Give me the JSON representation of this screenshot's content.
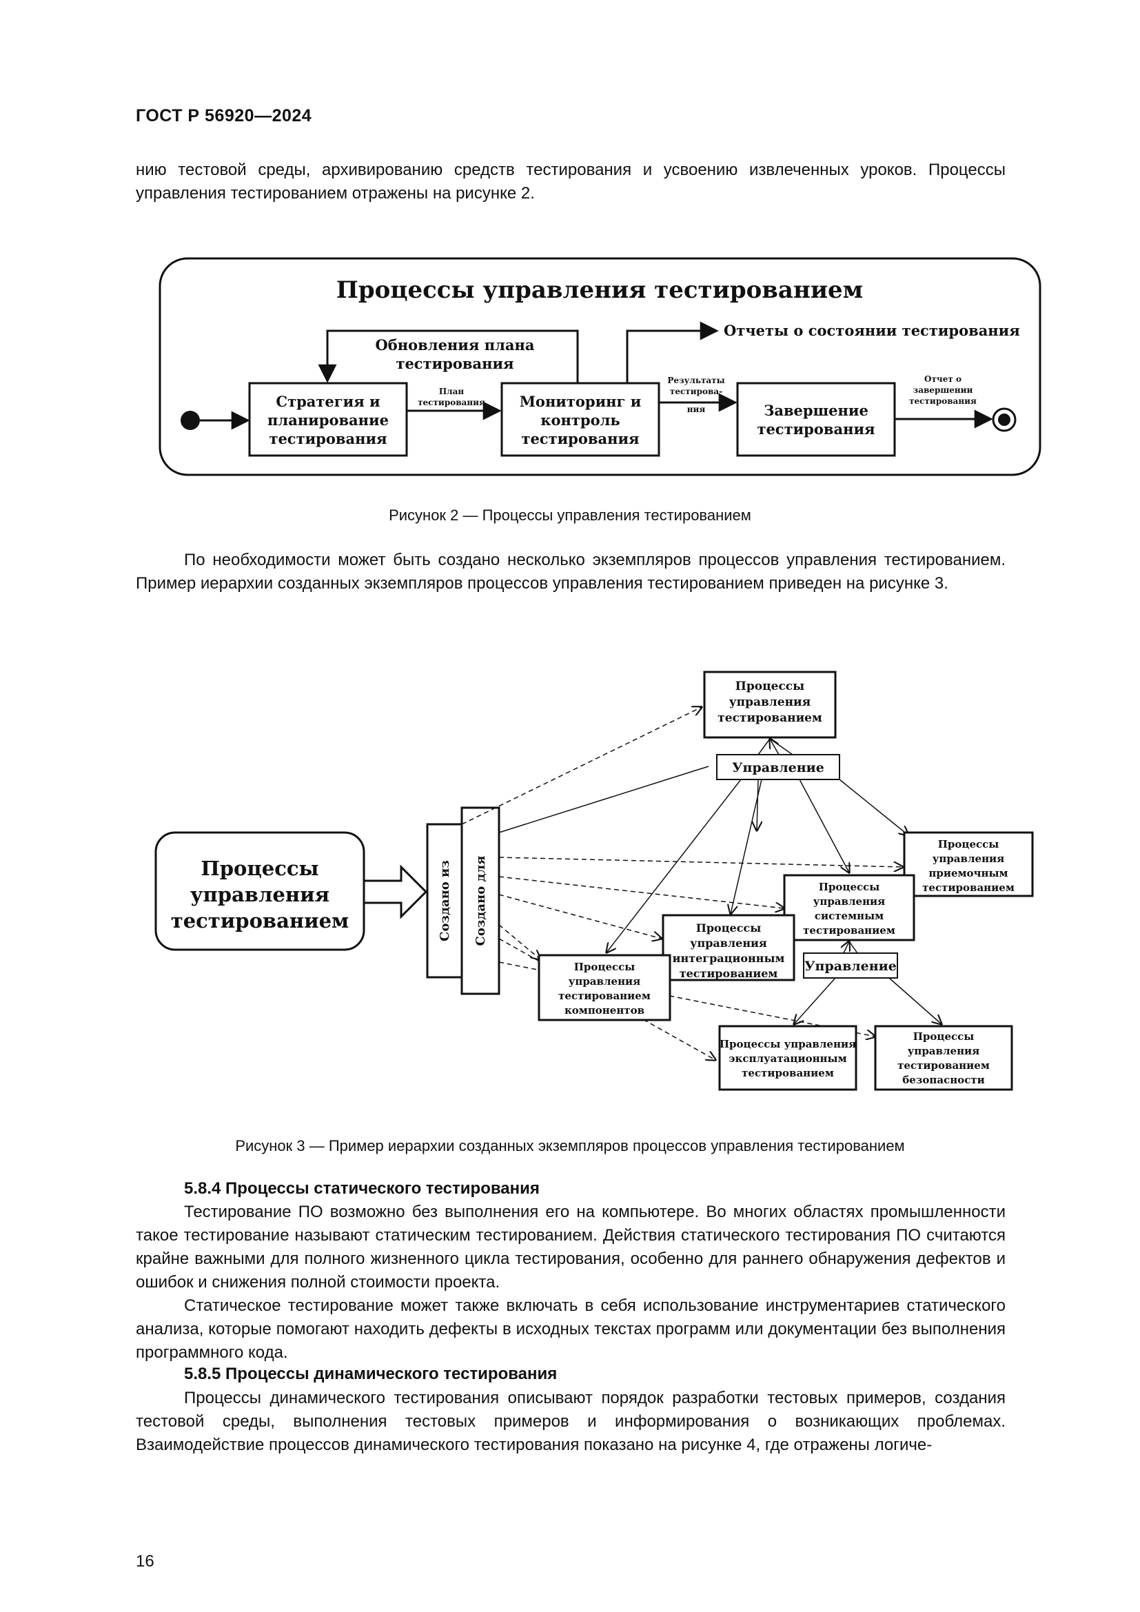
{
  "header": {
    "doc_code": "ГОСТ Р 56920—2024"
  },
  "intro_para": "нию тестовой среды, архивированию средств тестирования и усвоению извлеченных уроков. Процессы управления тестированием отражены на рисунке 2.",
  "figure2": {
    "title": "Процессы управления тестированием",
    "boxes": {
      "strategy": [
        "Стратегия и",
        "планирование",
        "тестирования"
      ],
      "monitoring": [
        "Мониторинг и",
        "контроль",
        "тестирования"
      ],
      "completion": [
        "Завершение",
        "тестирования"
      ]
    },
    "labels": {
      "plan_updates": [
        "Обновления плана",
        "тестирования"
      ],
      "status_reports": "Отчеты о состоянии тестирования",
      "test_plan": [
        "План",
        "тестирования"
      ],
      "test_results": [
        "Результаты",
        "тестирова-",
        "ния"
      ],
      "completion_report": [
        "Отчет о",
        "завершении",
        "тестирования"
      ]
    },
    "caption": "Рисунок 2 — Процессы управления тестированием"
  },
  "para2": "По необходимости может быть создано несколько экземпляров процессов управления тестированием. Пример иерархии созданных экземпляров процессов управления тестированием приведен на рисунке 3.",
  "figure3": {
    "source_box": [
      "Процессы",
      "управления",
      "тестированием"
    ],
    "created_from": "Создано из",
    "created_for": "Создано для",
    "top_box": [
      "Процессы",
      "управления",
      "тестированием"
    ],
    "management_label": "Управление",
    "acceptance_box": [
      "Процессы",
      "управления",
      "приемочным",
      "тестированием"
    ],
    "system_box": [
      "Процессы",
      "управления",
      "системным",
      "тестированием"
    ],
    "integration_box": [
      "Процессы",
      "управления",
      "интеграционным",
      "тестированием"
    ],
    "component_box": [
      "Процессы",
      "управления",
      "тестированием",
      "компонентов"
    ],
    "management_label_2": "Управление",
    "operational_box": [
      "Процессы управления",
      "эксплуатационным",
      "тестированием"
    ],
    "security_box": [
      "Процессы",
      "управления",
      "тестированием",
      "безопасности"
    ],
    "caption": "Рисунок 3 — Пример иерархии созданных экземпляров процессов управления тестированием"
  },
  "section_584": {
    "heading": "5.8.4 Процессы статического тестирования",
    "p1": "Тестирование ПО возможно без выполнения его на компьютере. Во многих областях промышленности такое тестирование называют статическим тестированием. Действия статического тестирования ПО считаются крайне важными для полного жизненного цикла тестирования, особенно для раннего обнаружения дефектов и ошибок и снижения полной стоимости проекта.",
    "p2": "Статическое тестирование может также включать в себя использование инструментариев статического анализа, которые помогают находить дефекты в исходных текстах программ или документации без выполнения программного кода."
  },
  "section_585": {
    "heading": "5.8.5 Процессы динамического тестирования",
    "p1": "Процессы динамического тестирования описывают порядок разработки тестовых примеров, создания тестовой среды, выполнения тестовых примеров и информирования о возникающих проблемах. Взаимодействие процессов динамического тестирования показано на рисунке 4, где отражены логиче-"
  },
  "page_number": "16"
}
